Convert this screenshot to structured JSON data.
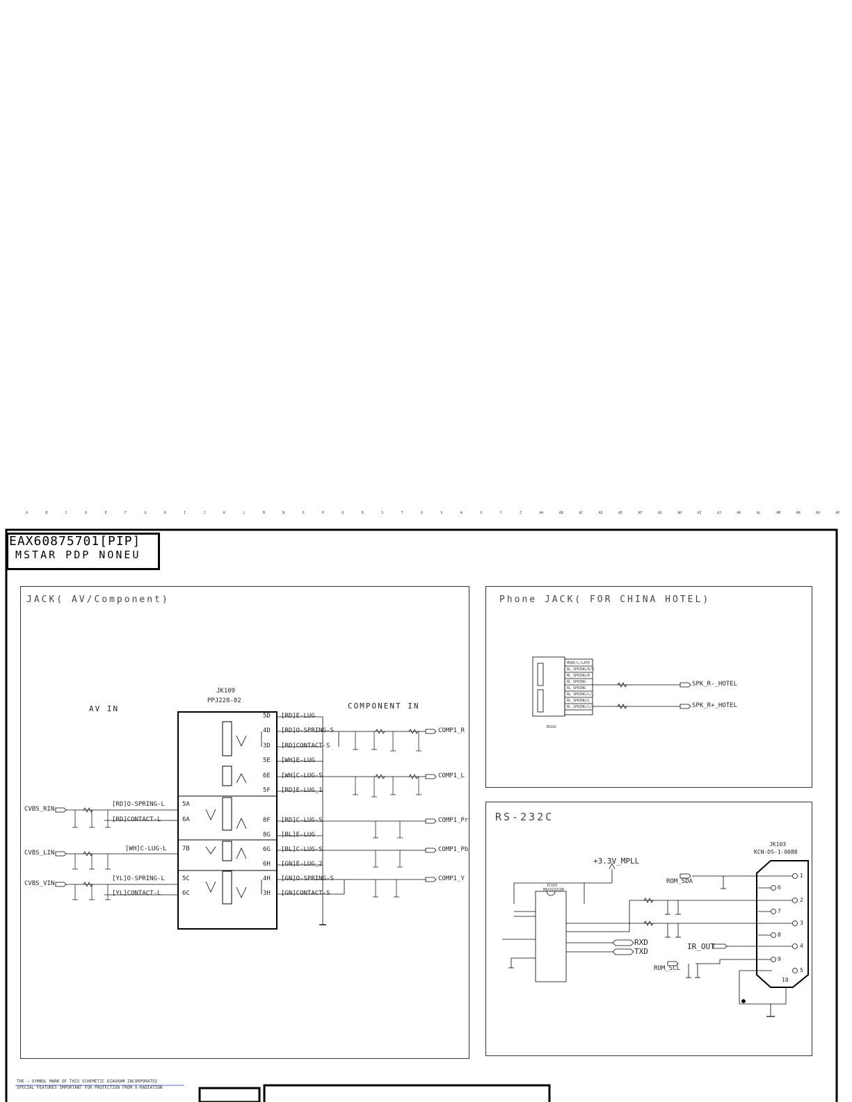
{
  "title_block": {
    "line1": "EAX60875701[PIP]",
    "line2": "MSTAR PDP NONEU"
  },
  "grid_refs": [
    "A",
    "B",
    "C",
    "D",
    "E",
    "F",
    "G",
    "H",
    "I",
    "J",
    "K",
    "L",
    "M",
    "N",
    "O",
    "P",
    "Q",
    "R",
    "S",
    "T",
    "U",
    "V",
    "W",
    "X",
    "Y",
    "Z",
    "AA",
    "AB",
    "AC",
    "AD",
    "AE",
    "AF",
    "AG",
    "AH",
    "AI",
    "AJ",
    "AK",
    "AL",
    "AM",
    "AN",
    "AO",
    "AP"
  ],
  "panels": {
    "jack": {
      "title": "JACK( AV/Component)",
      "av_in": "AV IN",
      "component_in": "COMPONENT IN",
      "ref": "JK109",
      "part": "PPJ228-02",
      "pins_right": [
        "5D",
        "4D",
        "3D",
        "5E",
        "6E",
        "5F",
        "8F",
        "8G",
        "6G",
        "6H",
        "4H",
        "3H"
      ],
      "pins_left": [
        "5A",
        "6A",
        "7B",
        "5C",
        "6C"
      ],
      "right_labels": [
        "[RD]E-LUG",
        "[RD]O-SPRING-S",
        "[RD]CONTACT-S",
        "[WH]E-LUG",
        "[WH]C-LUG-S",
        "[RD]E-LUG_1",
        "[RD]C-LUG-S",
        "[BL]E-LUG",
        "[BL]C-LUG-S",
        "[GN]E-LUG_2",
        "[GN]O-SPRING-S",
        "[GN]CONTACT-S"
      ],
      "left_labels": [
        "[RD]O-SPRING-L",
        "[RD]CONTACT-L",
        "[WH]C-LUG-L",
        "[YL]O-SPRING-L",
        "[YL]CONTACT-L"
      ],
      "inputs": [
        "CVBS_RIN",
        "CVBS_LIN",
        "CVBS_VIN"
      ],
      "outputs": [
        "COMP1_R",
        "COMP1_L",
        "COMP1_Pr",
        "COMP1_Pb",
        "COMP1_Y"
      ]
    },
    "phone": {
      "title": "Phone JACK( FOR CHINA HOTEL)",
      "outputs": [
        "SPK_R-_HOTEL",
        "SPK_R+_HOTEL"
      ],
      "ref": "JK102",
      "pins": [
        "MODE/L/LATE",
        "RL_SPRING/R/R",
        "RL_SPRING/R",
        "RL_SPRING",
        "RL_SPRING",
        "RL_SPRING/L/L",
        "RL_SPRING/L",
        "RL_SPRING/L/L"
      ]
    },
    "rs232": {
      "title": "RS-232C",
      "ref": "JK103",
      "part": "KCN-DS-1-0088",
      "supply": "+3.3V_MPLL",
      "signals": [
        "ROM_SDA",
        "RXD",
        "TXD",
        "IR_OUT",
        "ROM_SCL"
      ],
      "ic_ref": "IC103",
      "ic_part": "MAX3232CDR",
      "connector_pins": [
        "1",
        "6",
        "2",
        "7",
        "3",
        "8",
        "4",
        "9",
        "5",
        "10"
      ]
    }
  },
  "footer": {
    "note1": "THE ⚠ SYMBOL MARK OF THIS SCHEMETIC DIAGRAM INCORPORATES",
    "note2": "SPECIAL FEATURES IMPORTANT FOR PROTECTION FROM X-RADIATION"
  }
}
